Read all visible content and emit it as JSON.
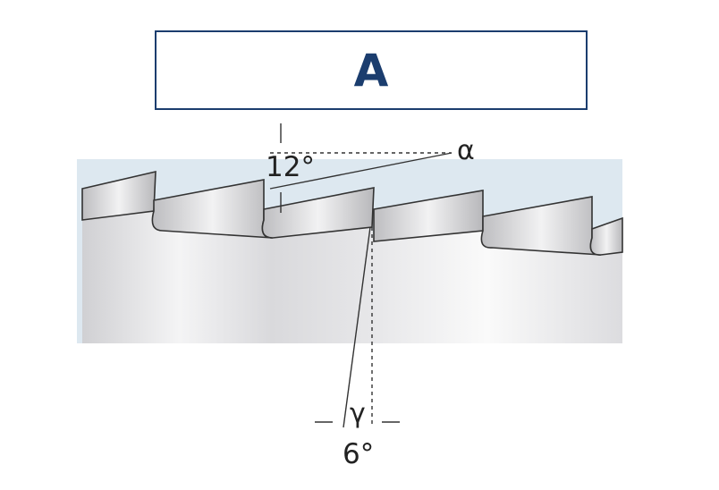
{
  "title": "A",
  "labels": {
    "clearance_angle_value": "12°",
    "clearance_angle_symbol": "α",
    "rake_angle_symbol": "γ",
    "rake_angle_value": "6°"
  },
  "colors": {
    "title_border": "#1b3d6e",
    "title_text": "#1b3d6e",
    "background_band": "#dde8f0",
    "blade_body": "#e2e2e4",
    "tooth_face": "#c9c9cb",
    "outline": "#333333"
  }
}
